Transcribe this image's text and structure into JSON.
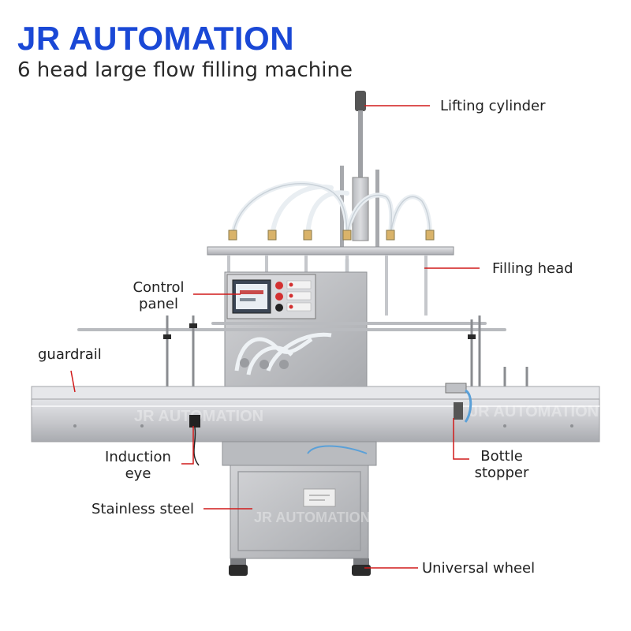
{
  "brand": "JR AUTOMATION",
  "subtitle": "6 head large flow filling machine",
  "watermark": "JR AUTOMATION",
  "callouts": {
    "lifting_cylinder": "Lifting cylinder",
    "filling_head": "Filling head",
    "control_panel": [
      "Control",
      "panel"
    ],
    "guardrail": "guardrail",
    "induction_eye": [
      "Induction",
      "eye"
    ],
    "bottle_stopper": [
      "Bottle",
      "stopper"
    ],
    "stainless_steel": "Stainless steel",
    "universal_wheel": "Universal wheel"
  },
  "colors": {
    "brand": "#1a48d6",
    "leader_line": "#d11a1a",
    "steel": "#c8c9cc",
    "panel_button": "#d33030"
  }
}
